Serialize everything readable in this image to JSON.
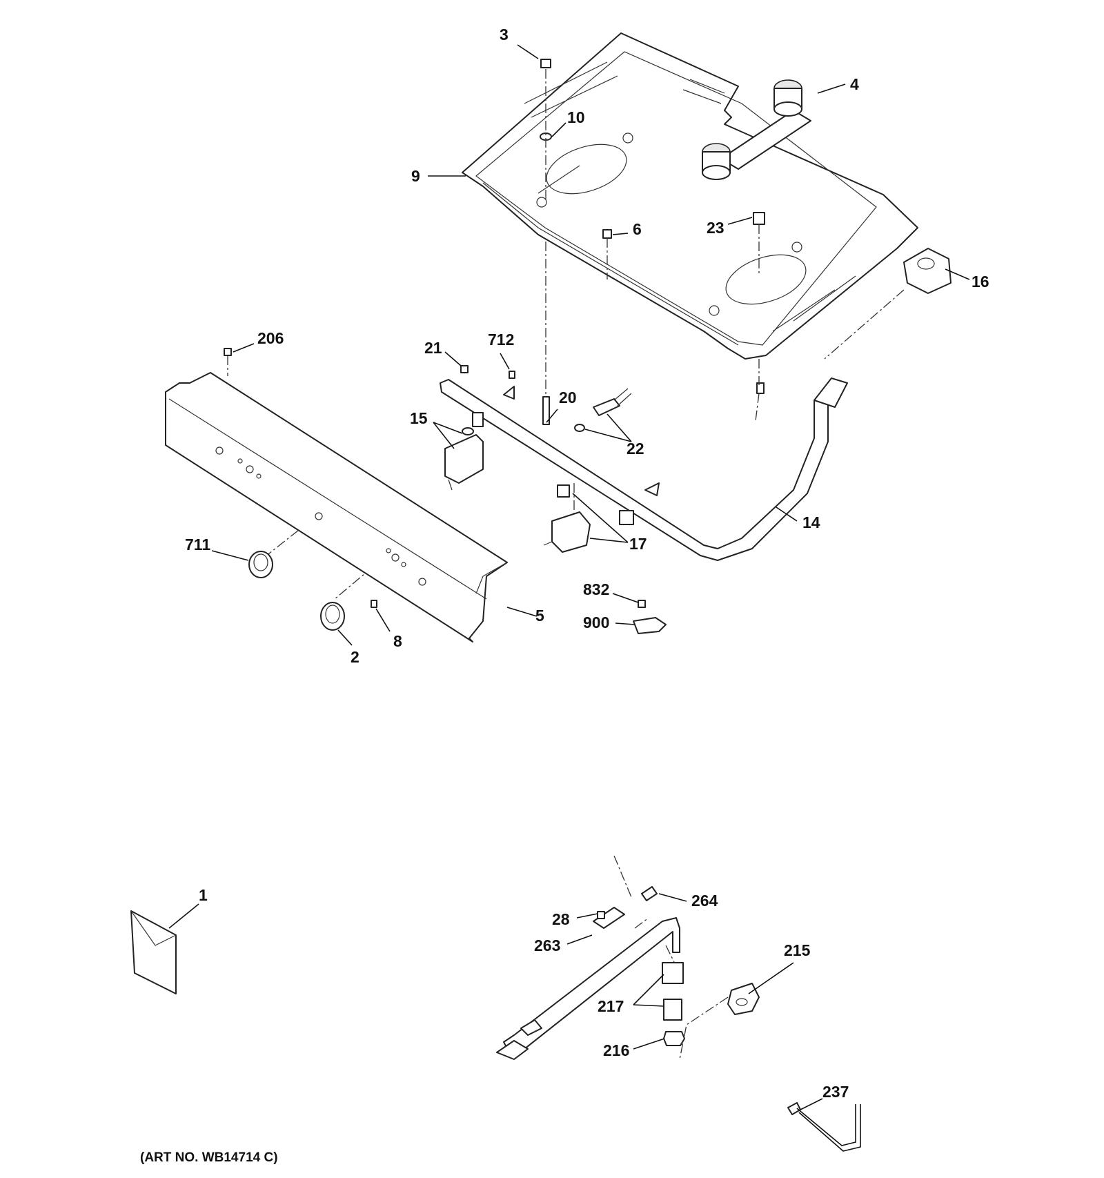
{
  "art_number": "(ART NO. WB14714 C)",
  "callouts": {
    "c3": "3",
    "c4": "4",
    "c10": "10",
    "c9": "9",
    "c6": "6",
    "c23": "23",
    "c16": "16",
    "c206": "206",
    "c21": "21",
    "c712": "712",
    "c20": "20",
    "c15": "15",
    "c22": "22",
    "c14": "14",
    "c17": "17",
    "c711": "711",
    "c832": "832",
    "c900": "900",
    "c5": "5",
    "c2": "2",
    "c8": "8",
    "c1": "1",
    "c264": "264",
    "c28": "28",
    "c263": "263",
    "c215": "215",
    "c217": "217",
    "c216": "216",
    "c237": "237"
  }
}
